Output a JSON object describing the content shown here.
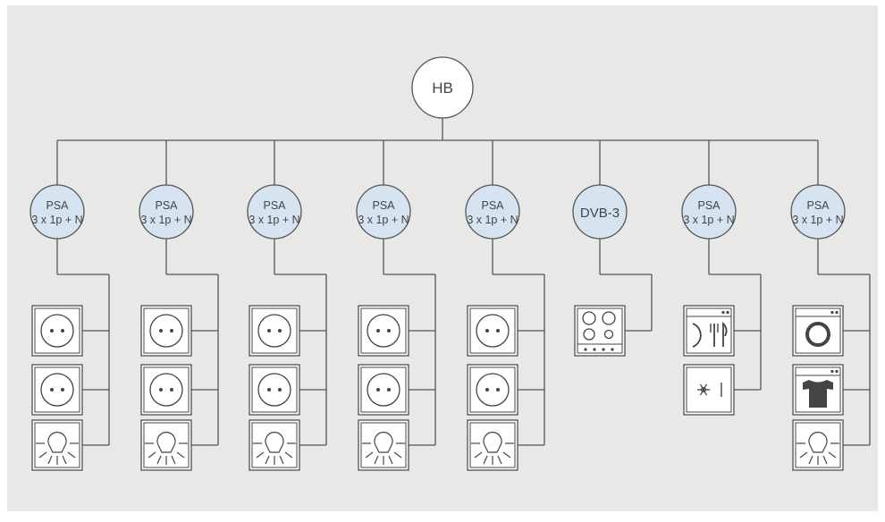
{
  "colors": {
    "background": "#e8e8e6",
    "line": "#555555",
    "node_fill_blue": "#d6e4f2",
    "node_fill_white": "#ffffff",
    "icon_stroke": "#444444",
    "icon_fill": "#ffffff"
  },
  "root": {
    "label": "HB"
  },
  "branches": [
    {
      "line1": "PSA",
      "line2": "3 x 1p + N",
      "devices": [
        "socket-icon",
        "socket-icon",
        "lamp-icon"
      ]
    },
    {
      "line1": "PSA",
      "line2": "3 x 1p + N",
      "devices": [
        "socket-icon",
        "socket-icon",
        "lamp-icon"
      ]
    },
    {
      "line1": "PSA",
      "line2": "3 x 1p + N",
      "devices": [
        "socket-icon",
        "socket-icon",
        "lamp-icon"
      ]
    },
    {
      "line1": "PSA",
      "line2": "3 x 1p + N",
      "devices": [
        "socket-icon",
        "socket-icon",
        "lamp-icon"
      ]
    },
    {
      "line1": "PSA",
      "line2": "3 x 1p + N",
      "devices": [
        "socket-icon",
        "socket-icon",
        "lamp-icon"
      ]
    },
    {
      "line1": "DVB-3",
      "line2": "",
      "devices": [
        "cooktop-icon"
      ]
    },
    {
      "line1": "PSA",
      "line2": "3 x 1p + N",
      "devices": [
        "dishwasher-icon",
        "freezer-icon"
      ]
    },
    {
      "line1": "PSA",
      "line2": "3 x 1p + N",
      "devices": [
        "washing-machine-icon",
        "dryer-icon",
        "lamp-icon"
      ]
    }
  ]
}
